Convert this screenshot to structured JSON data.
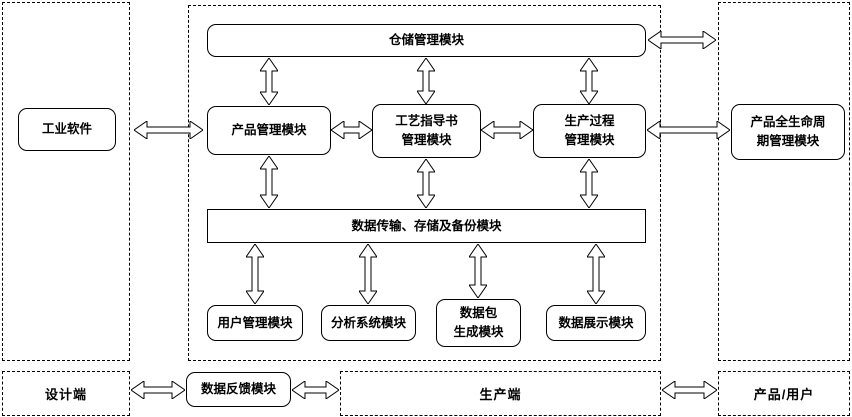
{
  "modules": {
    "industrial_software": "工业软件",
    "warehouse": "仓储管理模块",
    "product_mgmt": "产品管理模块",
    "process_instruction": "工艺指导书\n管理模块",
    "production_process": "生产过程\n管理模块",
    "data_storage": "数据传输、存储及备份模块",
    "user_mgmt": "用户管理模块",
    "analysis": "分析系统模块",
    "data_package": "数据包\n生成模块",
    "data_display": "数据展示模块",
    "plm": "产品全生命周\n期管理模块",
    "data_feedback": "数据反馈模块"
  },
  "regions": {
    "design_end": "设计端",
    "production_end": "生产端",
    "product_user": "产品/用户"
  },
  "colors": {
    "line": "#000000",
    "background": "#ffffff"
  }
}
